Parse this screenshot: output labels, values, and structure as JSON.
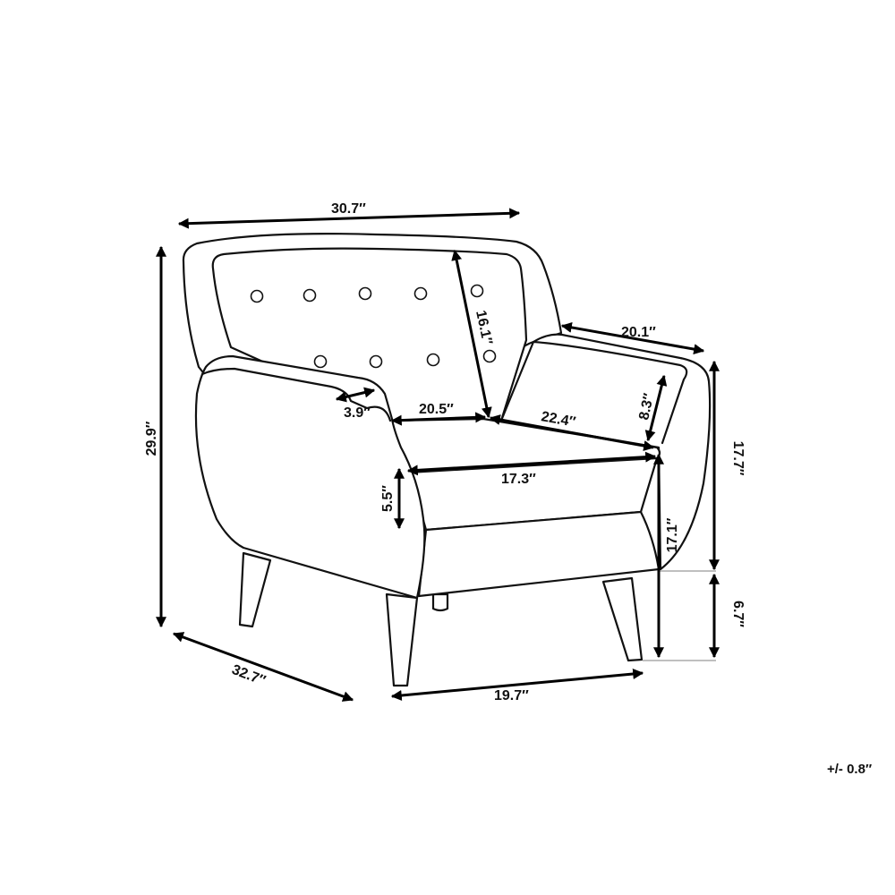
{
  "dimensions": {
    "overall_width": "30.7″",
    "overall_height": "29.9″",
    "overall_depth": "32.7″",
    "arm_depth": "20.1″",
    "back_height": "16.1″",
    "arm_width": "3.9″",
    "seat_width_back": "20.5″",
    "seat_depth": "22.4″",
    "arm_height_above_seat": "8.3″",
    "seat_width_front": "17.3″",
    "seat_thickness": "5.5″",
    "arm_height": "17.7″",
    "seat_height": "17.1″",
    "leg_height": "6.7″",
    "leg_span": "19.7″"
  },
  "tolerance": "+/- 0.8″"
}
